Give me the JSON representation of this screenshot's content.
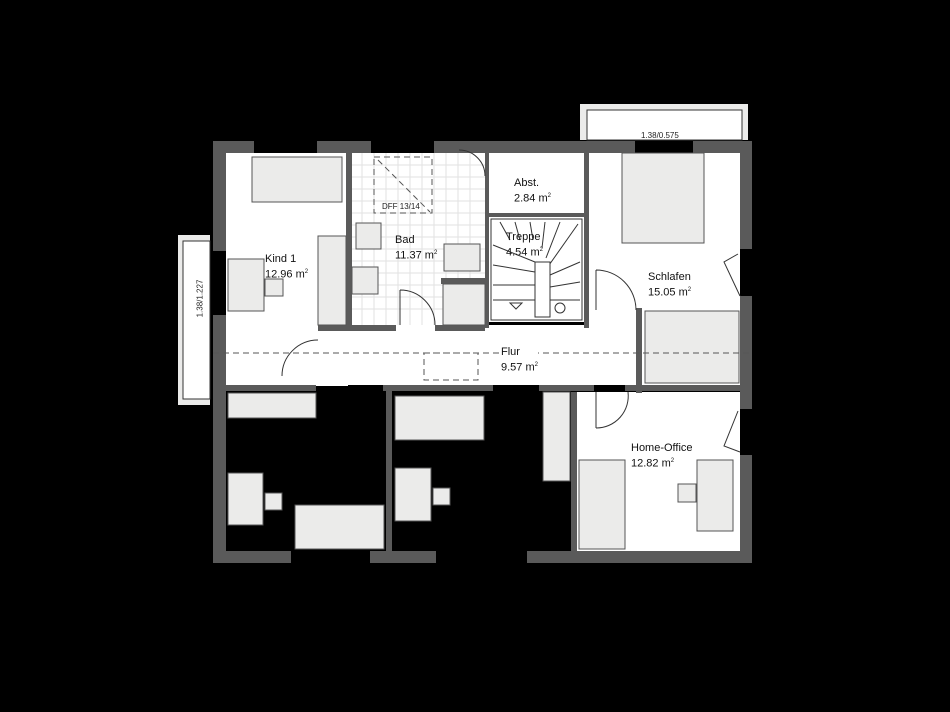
{
  "plan": {
    "type": "floor-plan",
    "level": "upper floor",
    "background": "#000000",
    "wall_color": "#5a5a5a",
    "floor_color": "#ffffff",
    "furniture_color": "#ebebea",
    "rooms": [
      {
        "id": "kind1",
        "name": "Kind 1",
        "area": "12.96 m²",
        "area_value": "12.96 m"
      },
      {
        "id": "bad",
        "name": "Bad",
        "area": "11.37 m²",
        "area_value": "11.37 m"
      },
      {
        "id": "abst",
        "name": "Abst.",
        "area": "2.84 m²",
        "area_value": "2.84 m"
      },
      {
        "id": "treppe",
        "name": "Treppe",
        "area": "4.54 m²",
        "area_value": "4.54 m"
      },
      {
        "id": "schlafen",
        "name": "Schlafen",
        "area": "15.05 m²",
        "area_value": "15.05 m"
      },
      {
        "id": "flur",
        "name": "Flur",
        "area": "9.57 m²",
        "area_value": "9.57 m"
      },
      {
        "id": "home-office",
        "name": "Home-Office",
        "area": "12.82 m²",
        "area_value": "12.82 m"
      }
    ],
    "annotations": {
      "roof_window": "DFF 13/14",
      "window_top": "1.38/0.575",
      "window_left": "1.38/1.227"
    }
  }
}
